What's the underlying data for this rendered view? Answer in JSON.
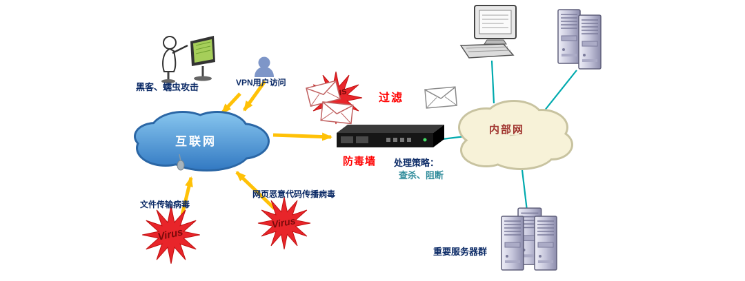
{
  "diagram": {
    "kind": "network-security-topology",
    "labels": {
      "hacker_attack": "黑客、蠕虫攻击",
      "vpn_user": "VPN用户访问",
      "internet_cloud": "互联网",
      "filter": "过滤",
      "firewall": "防毒墙",
      "strategy_title": "处理策略：",
      "strategy_actions": "查杀、阻断",
      "internal_network": "内部网",
      "file_transfer_virus": "文件传输病毒",
      "web_malicious_code_virus": "网页恶意代码传播病毒",
      "important_servers": "重要服务器群",
      "virus_badge": "Virus"
    },
    "colors": {
      "arrow_yellow": "#FFC107",
      "connector_teal": "#00AAAE",
      "internet_cloud_blue": "#2B72BE",
      "internal_cloud_cream": "#F7F2D8",
      "virus_star_red": "#E8252A",
      "virus_text_maroon": "#7A0A0A",
      "label_navy": "#0B2A66",
      "alert_red": "#FF0000",
      "strategy_teal": "#2E8B9A",
      "internal_label_rust": "#A0352F"
    },
    "icons": {
      "hacker-workstation-icon": "person-at-green-terminal",
      "vpn-user-icon": "blue-person-silhouette",
      "internet-cloud": "blue-cloud",
      "virus-burst-icon": "red-starburst",
      "mail-envelope-icon": "envelope",
      "firewall-appliance-icon": "black-rack-device",
      "internal-network-cloud": "cream-cloud",
      "desktop-computer-icon": "monitor-and-keyboard",
      "server-tower-icon": "tower-server",
      "server-cluster-icon": "tower-server-group"
    }
  }
}
